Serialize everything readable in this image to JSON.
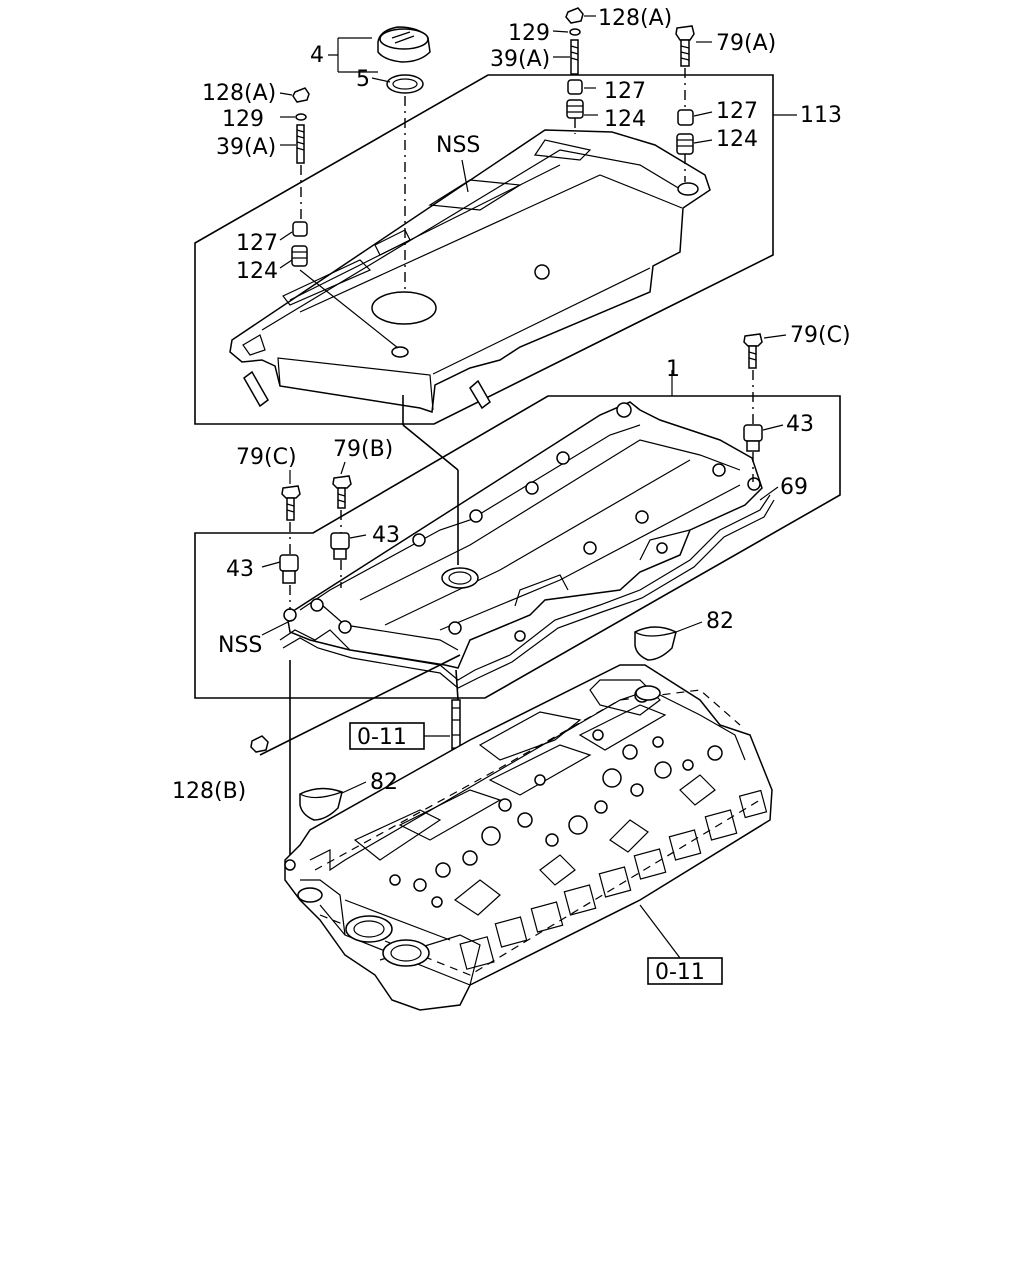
{
  "diagram": {
    "labels": {
      "l4": "4",
      "l5": "5",
      "l128a_left": "128(A)",
      "l129_left": "129",
      "l39a_left": "39(A)",
      "l127_left": "127",
      "l124_left": "124",
      "lnss_top": "NSS",
      "l129_top": "129",
      "l128a_top": "128(A)",
      "l39a_top": "39(A)",
      "l127_top": "127",
      "l124_top": "124",
      "l79a": "79(A)",
      "l127_right": "127",
      "l124_right": "124",
      "l113": "113",
      "l79c_right": "79(C)",
      "l1": "1",
      "l43_right": "43",
      "l69": "69",
      "l79c_left": "79(C)",
      "l79b": "79(B)",
      "l43_mid": "43",
      "l43_left": "43",
      "lnss_mid": "NSS",
      "l82_right": "82",
      "l011_a": "0-11",
      "l128b": "128(B)",
      "l82_left": "82",
      "l011_b": "0-11"
    }
  }
}
